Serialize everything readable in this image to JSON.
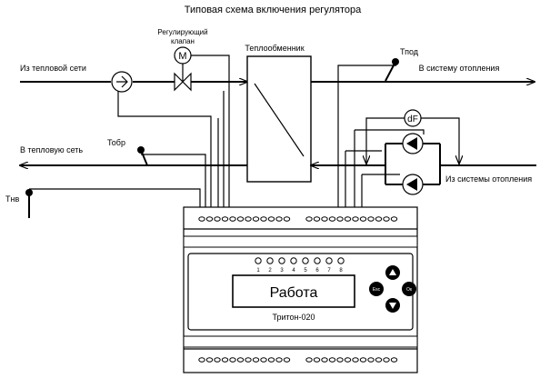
{
  "title": "Типовая схема включения регулятора",
  "labels": {
    "from_heat_network": "Из тепловой сети",
    "valve_line1": "Регулирующий",
    "valve_line2": "клапан",
    "motor_letter": "M",
    "heat_exchanger": "Теплообменник",
    "t_supply": "Тпод",
    "to_heating_system": "В систему отопления",
    "to_heat_network": "В тепловую сеть",
    "t_return": "Тобр",
    "dp_sensor": "dF",
    "from_heating_system": "Из системы отопления",
    "t_outdoor": "Тнв"
  },
  "controller": {
    "display_text": "Работа",
    "model": "Тритон-020",
    "leds": [
      "1",
      "2",
      "3",
      "4",
      "5",
      "6",
      "7",
      "8"
    ],
    "btn_esc": "Esc",
    "btn_ok": "Ок"
  }
}
